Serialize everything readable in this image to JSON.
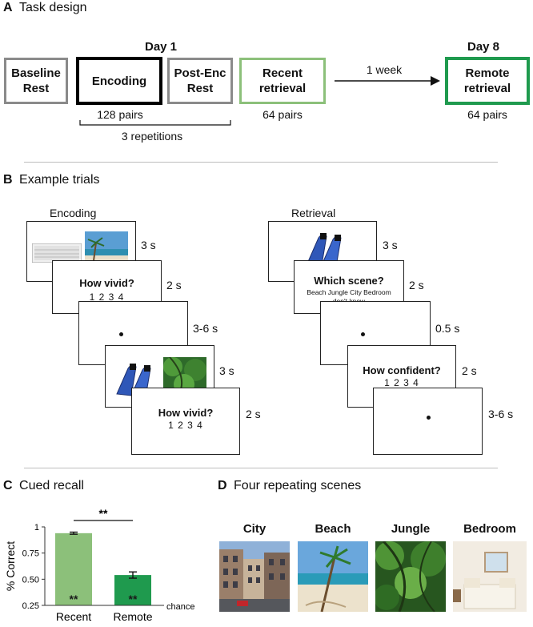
{
  "panelA": {
    "letter": "A",
    "title": "Task design",
    "day1": "Day 1",
    "day8": "Day 8",
    "boxes": {
      "baseline": [
        "Baseline",
        "Rest"
      ],
      "encoding": "Encoding",
      "postenc": [
        "Post-Enc",
        "Rest"
      ],
      "recent": [
        "Recent",
        "retrieval"
      ],
      "remote": [
        "Remote",
        "retrieval"
      ]
    },
    "encoding_pairs": "128 pairs",
    "recent_pairs": "64 pairs",
    "remote_pairs": "64 pairs",
    "repetitions": "3 repetitions",
    "interval": "1 week"
  },
  "panelB": {
    "letter": "B",
    "title": "Example trials",
    "encoding": {
      "heading": "Encoding",
      "vivid_q": "How vivid?",
      "scale": "1  2  3  4",
      "durations": [
        "3 s",
        "2 s",
        "3-6 s",
        "3 s",
        "2 s"
      ]
    },
    "retrieval": {
      "heading": "Retrieval",
      "scene_q": "Which scene?",
      "scene_opts": "Beach Jungle City Bedroom",
      "dont_know": "don't know",
      "conf_q": "How confident?",
      "scale": "1  2  3  4",
      "durations": [
        "3 s",
        "2 s",
        "0.5 s",
        "2 s",
        "3-6 s"
      ]
    }
  },
  "panelC": {
    "letter": "C",
    "title": "Cued recall",
    "sig_between": "**",
    "chance_label": "chance",
    "bar_sig": [
      "**",
      "**"
    ]
  },
  "panelD": {
    "letter": "D",
    "title": "Four repeating scenes",
    "scenes": [
      "City",
      "Beach",
      "Jungle",
      "Bedroom"
    ]
  },
  "chart_data": {
    "type": "bar",
    "categories": [
      "Recent",
      "Remote"
    ],
    "values": [
      0.94,
      0.54
    ],
    "errors": [
      0.01,
      0.03
    ],
    "colors": [
      "#8cc07a",
      "#1f9a4e"
    ],
    "ylabel": "% Correct",
    "ylim": [
      0.25,
      1
    ],
    "yticks": [
      "0.25",
      "0.50",
      "0.75",
      "1"
    ],
    "chance": 0.25
  }
}
